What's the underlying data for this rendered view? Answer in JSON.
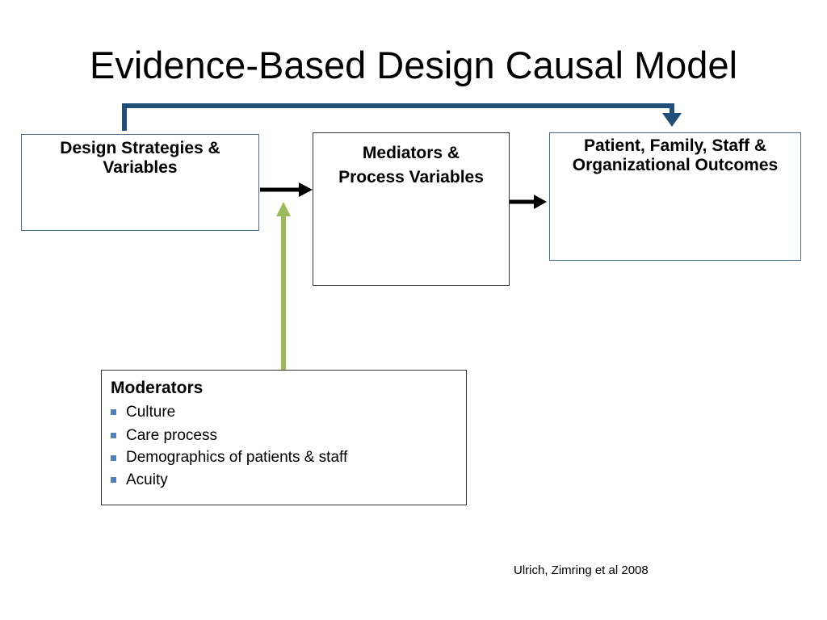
{
  "title": "Evidence-Based Design Causal Model",
  "boxes": {
    "design": {
      "label": "Design Strategies & Variables"
    },
    "mediators": {
      "line1": "Mediators &",
      "line2": "Process Variables"
    },
    "outcomes": {
      "label": "Patient, Family, Staff & Organizational Outcomes"
    },
    "moderators": {
      "title": "Moderators",
      "items": [
        "Culture",
        "Care process",
        "Demographics of patients & staff",
        "Acuity"
      ]
    }
  },
  "citation": "Ulrich, Zimring et al 2008",
  "colors": {
    "feedback_arrow": "#1f4e79",
    "moderator_arrow": "#9bbb59",
    "bullet": "#4f81bd",
    "flow_arrow": "#000000"
  }
}
